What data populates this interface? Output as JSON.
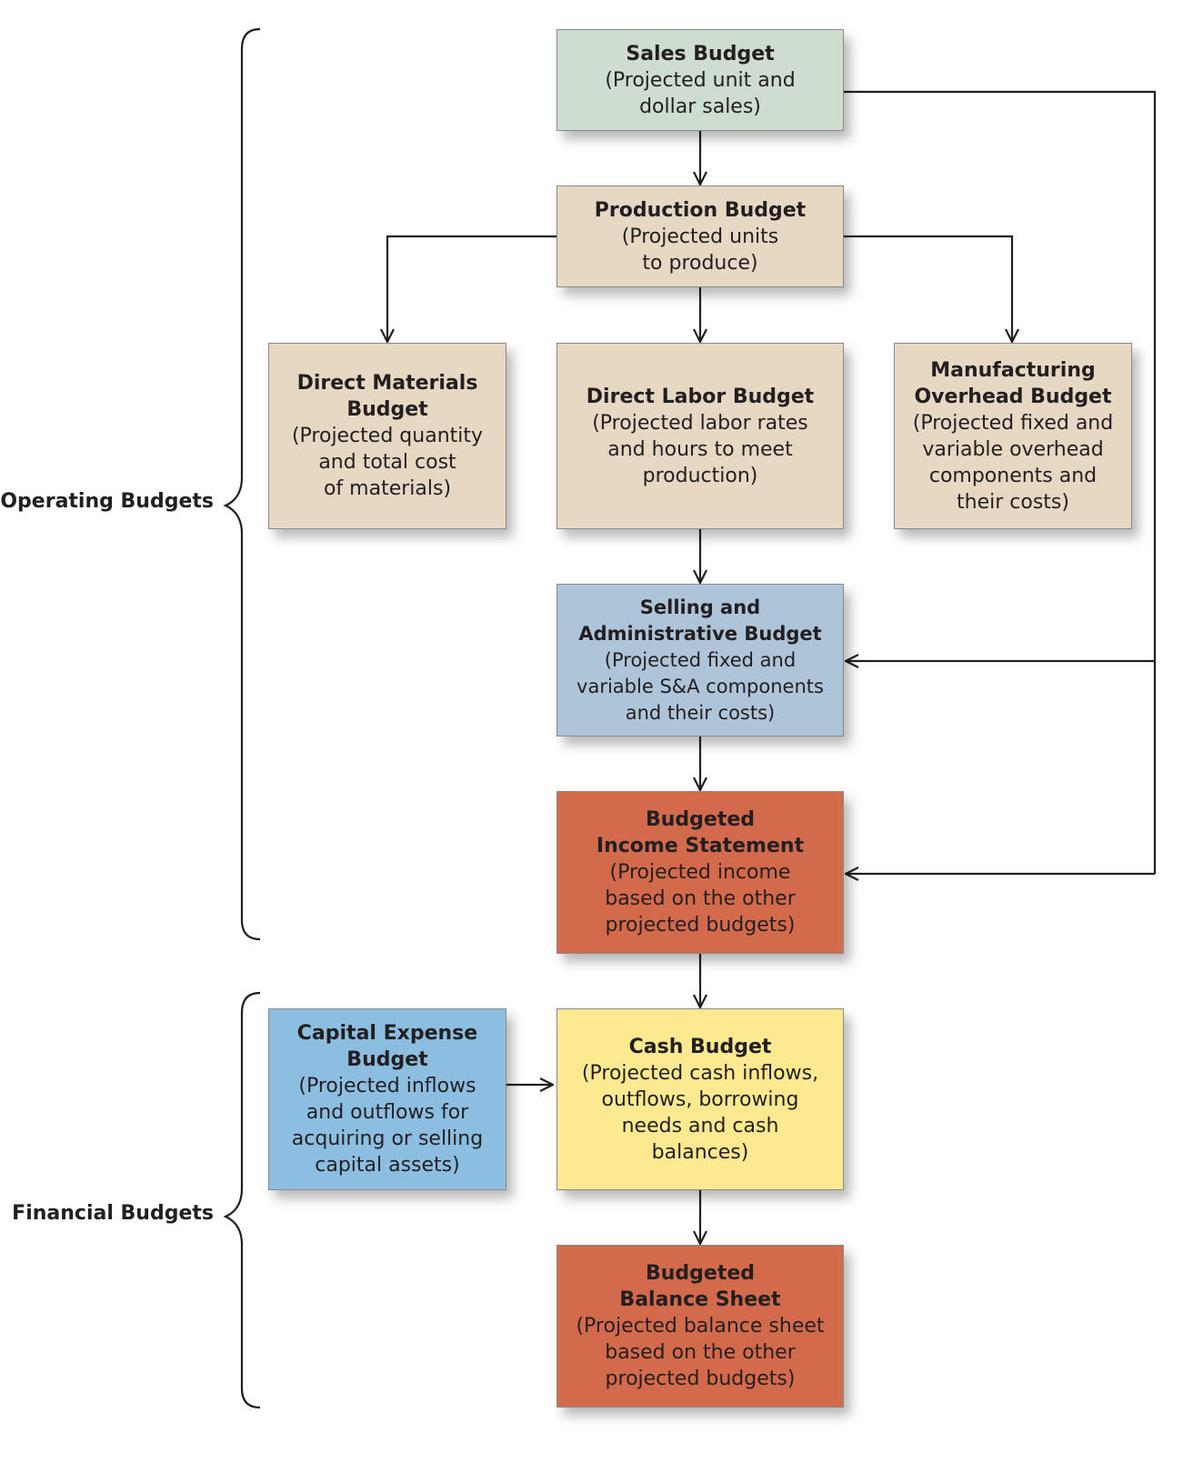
{
  "groups": {
    "operating": "Operating Budgets",
    "financial": "Financial Budgets"
  },
  "boxes": {
    "sales": {
      "title": "Sales Budget",
      "desc": "(Projected unit and\ndollar sales)",
      "color": "#cfdcd0"
    },
    "production": {
      "title": "Production Budget",
      "desc": "(Projected units\nto produce)",
      "color": "#e6d8c3"
    },
    "direct_materials": {
      "title": "Direct Materials\nBudget",
      "desc": "(Projected quantity\nand total cost\nof materials)",
      "color": "#e6d8c3"
    },
    "direct_labor": {
      "title": "Direct Labor Budget",
      "desc": "(Projected labor rates\nand hours to meet\nproduction)",
      "color": "#e6d8c3"
    },
    "manufacturing_overhead": {
      "title": "Manufacturing\nOverhead Budget",
      "desc": "(Projected fixed and\nvariable overhead\ncomponents and\ntheir costs)",
      "color": "#e6d8c3"
    },
    "selling_admin": {
      "title": "Selling and\nAdministrative Budget",
      "desc": "(Projected fixed and\nvariable S&A components\nand their costs)",
      "color": "#aec4d8"
    },
    "income_statement": {
      "title": "Budgeted\nIncome Statement",
      "desc": "(Projected income\nbased on the other\nprojected budgets)",
      "color": "#d46a4c"
    },
    "capital_expense": {
      "title": "Capital Expense\nBudget",
      "desc": "(Projected inflows\nand outflows for\nacquiring or selling\ncapital assets)",
      "color": "#8cbee2"
    },
    "cash": {
      "title": "Cash Budget",
      "desc": "(Projected cash inflows,\noutflows, borrowing\nneeds and cash\nbalances)",
      "color": "#fde98f"
    },
    "balance_sheet": {
      "title": "Budgeted\nBalance Sheet",
      "desc": "(Projected balance sheet\nbased on the other\nprojected budgets)",
      "color": "#d46a4c"
    }
  },
  "connections": [
    {
      "from": "sales",
      "to": "production"
    },
    {
      "from": "production",
      "to": "direct_materials"
    },
    {
      "from": "production",
      "to": "direct_labor"
    },
    {
      "from": "production",
      "to": "manufacturing_overhead"
    },
    {
      "from": "direct_labor",
      "to": "selling_admin"
    },
    {
      "from": "sales",
      "to": "selling_admin"
    },
    {
      "from": "selling_admin",
      "to": "income_statement"
    },
    {
      "from": "sales",
      "to": "income_statement"
    },
    {
      "from": "income_statement",
      "to": "cash"
    },
    {
      "from": "capital_expense",
      "to": "cash"
    },
    {
      "from": "cash",
      "to": "balance_sheet"
    }
  ]
}
